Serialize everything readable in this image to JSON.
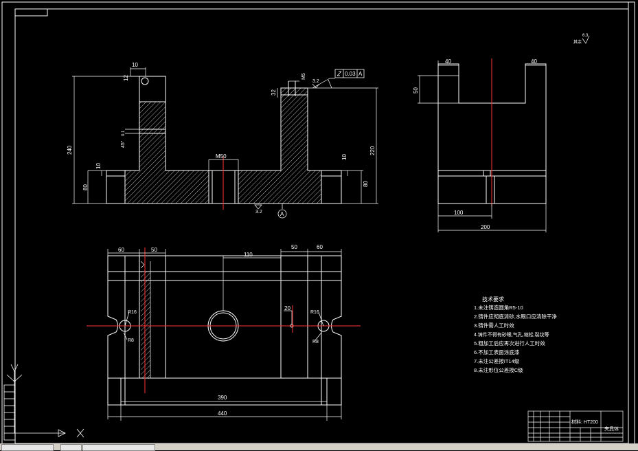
{
  "colors": {
    "background": "#000000",
    "lines": "#ffffff",
    "centerline": "#ff3333",
    "hatch": "#ffffff"
  },
  "front_view": {
    "dims": {
      "d10_top": "10",
      "d12": "12",
      "d240": "240",
      "d10_left": "10",
      "d80_left": "80",
      "d45_angle": "45°",
      "d0_1": "0.1",
      "dM50": "M50",
      "dM5": "M5",
      "d32": "32",
      "d220": "220",
      "d10_right": "10",
      "d80_right": "80",
      "tolerance_value": "0.03",
      "tolerance_datum": "A",
      "roughness_top": "3.2",
      "roughness_bottom": "3.2"
    },
    "datum_label": "A"
  },
  "side_view": {
    "dims": {
      "d40_left": "40",
      "d40_right": "40",
      "d50": "50",
      "d100": "100",
      "d200": "200"
    }
  },
  "top_view": {
    "dims": {
      "d60_left": "60",
      "d50_left": "50",
      "d110": "110",
      "d50_right": "50",
      "d60_right": "60",
      "d20": "20",
      "r16_left": "R16",
      "r8_left": "R8",
      "r16_right": "R16",
      "r8_right": "R8",
      "d390": "390",
      "d440": "440"
    }
  },
  "roughness_note": {
    "label": "其余",
    "value": "6.3"
  },
  "notes": {
    "title": "技术要求",
    "items": [
      "1.未注铸造圆角R5-10",
      "2.铸件应彻底清砂,水眼口应清除干净",
      "3.铸件需人工时效",
      "4.铸件不得有砂眼,气孔,缩松,裂纹等",
      "5.粗加工后应再次进行人工时效",
      "6.不加工表面涂底漆",
      "7.未注公差按IT14级",
      "8.未注形位公差按C级"
    ]
  },
  "title_block": {
    "material": "材料: HT200",
    "name": "夹具体"
  }
}
